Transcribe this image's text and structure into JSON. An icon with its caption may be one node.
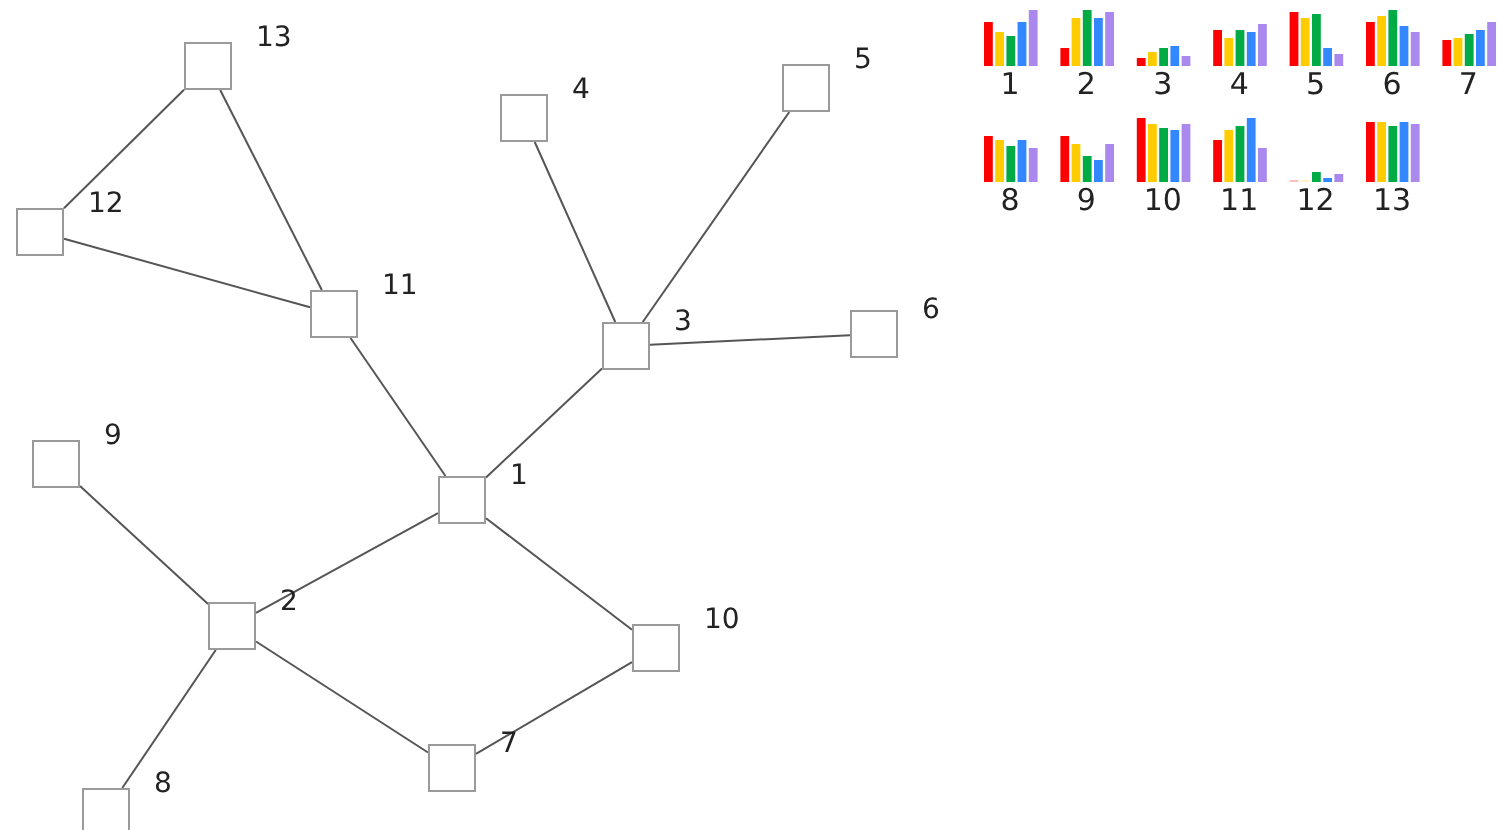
{
  "diagram": {
    "nodes": [
      {
        "text": [],
        "shape": "box",
        "beside": [
          "1"
        ]
      },
      {
        "text": [],
        "shape": "box",
        "beside": [
          "2"
        ]
      },
      {
        "text": [],
        "shape": "box",
        "beside": [
          "3"
        ]
      },
      {
        "text": [],
        "shape": "box",
        "beside": [
          "4"
        ]
      },
      {
        "text": [],
        "shape": "box",
        "beside": [
          "5"
        ]
      },
      {
        "text": [],
        "shape": "box",
        "beside": [
          "6"
        ]
      },
      {
        "text": [],
        "shape": "box",
        "beside": [
          "7"
        ]
      },
      {
        "text": [],
        "shape": "box",
        "beside": [
          "8"
        ]
      },
      {
        "text": [],
        "shape": "box",
        "beside": [
          "9"
        ]
      },
      {
        "text": [],
        "shape": "box",
        "beside": [
          "10"
        ]
      },
      {
        "text": [],
        "shape": "box",
        "beside": [
          "11"
        ]
      },
      {
        "text": [],
        "shape": "box",
        "beside": [
          "12"
        ]
      },
      {
        "text": [],
        "shape": "box",
        "beside": [
          "13"
        ]
      }
    ],
    "edges": [
      {
        "from": 11,
        "to": 12,
        "arrow": "none"
      },
      {
        "from": 12,
        "to": 10,
        "arrow": "none"
      },
      {
        "from": 11,
        "to": 10,
        "arrow": "none"
      },
      {
        "from": 10,
        "to": 0,
        "arrow": "none"
      },
      {
        "from": 3,
        "to": 2,
        "arrow": "none"
      },
      {
        "from": 4,
        "to": 2,
        "arrow": "none"
      },
      {
        "from": 2,
        "to": 5,
        "arrow": "none"
      },
      {
        "from": 2,
        "to": 0,
        "arrow": "none"
      },
      {
        "from": 0,
        "to": 1,
        "arrow": "none"
      },
      {
        "from": 0,
        "to": 9,
        "arrow": "none"
      },
      {
        "from": 8,
        "to": 1,
        "arrow": "none"
      },
      {
        "from": 1,
        "to": 6,
        "arrow": "none"
      },
      {
        "from": 6,
        "to": 9,
        "arrow": "none"
      },
      {
        "from": 1,
        "to": 7,
        "arrow": "none"
      }
    ],
    "labels": [
      "1",
      "2",
      "3",
      "4",
      "5",
      "6",
      "7",
      "8",
      "9",
      "10",
      "11",
      "12",
      "13"
    ]
  }
}
